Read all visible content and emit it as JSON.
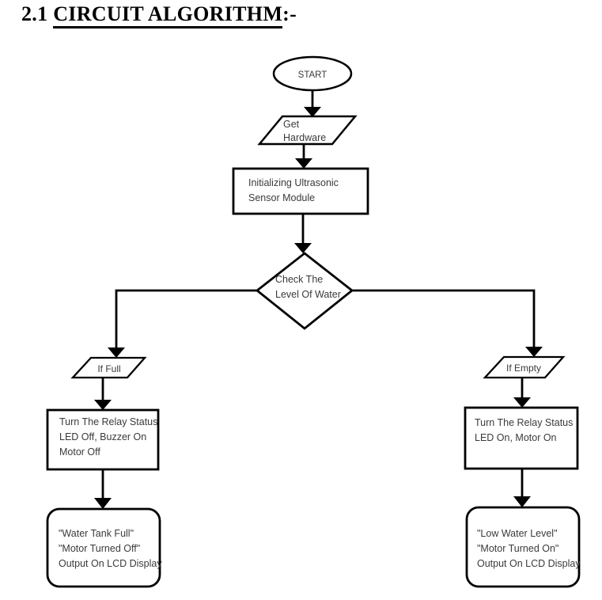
{
  "title": {
    "number": "2.1",
    "heading": "CIRCUIT ALGORITHM",
    "suffix": ":-"
  },
  "colors": {
    "stroke": "#000000",
    "node_text": "#3a3a3a",
    "title_text": "#000000",
    "background": "#ffffff"
  },
  "flowchart": {
    "nodes": {
      "start": {
        "type": "terminator",
        "label": "START"
      },
      "get_hardware": {
        "type": "input",
        "label": "Get\nHardware"
      },
      "init_sensor": {
        "type": "process",
        "label": "Initializing Ultrasonic\nSensor Module"
      },
      "check_level": {
        "type": "decision",
        "label": "Check The\nLevel Of Water"
      },
      "if_full": {
        "type": "condition",
        "label": "If Full"
      },
      "full_action": {
        "type": "process",
        "label": "Turn The Relay Status\nLED Off, Buzzer On\nMotor Off"
      },
      "full_display": {
        "type": "display",
        "label": "\"Water Tank Full\"\n\"Motor Turned Off\"\nOutput On LCD Display"
      },
      "if_empty": {
        "type": "condition",
        "label": "If Empty"
      },
      "empty_action": {
        "type": "process",
        "label": "Turn The Relay Status\nLED On, Motor On"
      },
      "empty_display": {
        "type": "display",
        "label": "\"Low Water Level\"\n\"Motor Turned On\"\nOutput On LCD Display"
      }
    },
    "edges": [
      {
        "from": "start",
        "to": "get_hardware"
      },
      {
        "from": "get_hardware",
        "to": "init_sensor"
      },
      {
        "from": "init_sensor",
        "to": "check_level"
      },
      {
        "from": "check_level",
        "to": "if_full"
      },
      {
        "from": "check_level",
        "to": "if_empty"
      },
      {
        "from": "if_full",
        "to": "full_action"
      },
      {
        "from": "full_action",
        "to": "full_display"
      },
      {
        "from": "if_empty",
        "to": "empty_action"
      },
      {
        "from": "empty_action",
        "to": "empty_display"
      }
    ]
  }
}
